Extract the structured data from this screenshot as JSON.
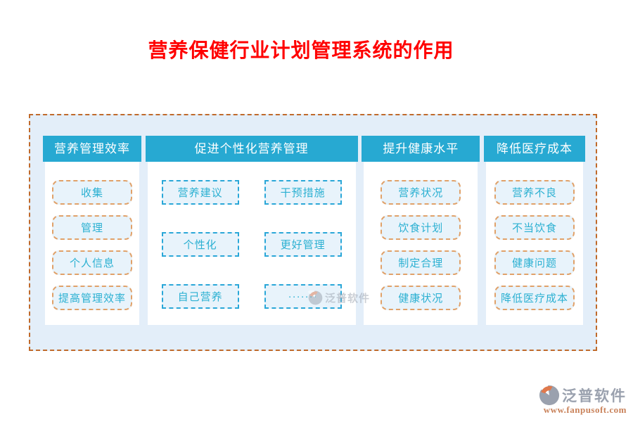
{
  "title": "营养保健行业计划管理系统的作用",
  "board": {
    "columns": [
      {
        "header": "营养管理效率",
        "items": [
          "收集",
          "管理",
          "个人信息",
          "提高管理效率"
        ]
      },
      {
        "header": "促进个性化营养管理",
        "items": [
          "营养建议",
          "干预措施",
          "个性化",
          "更好管理",
          "自己营养",
          "·······"
        ]
      },
      {
        "header": "提升健康水平",
        "items": [
          "营养状况",
          "饮食计划",
          "制定合理",
          "健康状况"
        ]
      },
      {
        "header": "降低医疗成本",
        "items": [
          "营养不良",
          "不当饮食",
          "健康问题",
          "降低医疗成本"
        ]
      }
    ]
  },
  "watermark": {
    "brand": "泛普软件"
  },
  "footer_logo": {
    "brand": "泛普软件",
    "url": "www.fanpusoft.com"
  },
  "colors": {
    "title_red": "#ff0000",
    "header_bg": "#27a9d2",
    "board_bg": "#e3eef9",
    "board_border": "#c06a2b",
    "item_bg": "#e8f3fb",
    "item_border_orange": "#e0a169",
    "item_border_blue": "#2aa7d8",
    "item_text": "#2bb0d2",
    "logo_gray": "#9aa1ae",
    "logo_orange": "#e0794d",
    "url_text": "#c9825a"
  }
}
